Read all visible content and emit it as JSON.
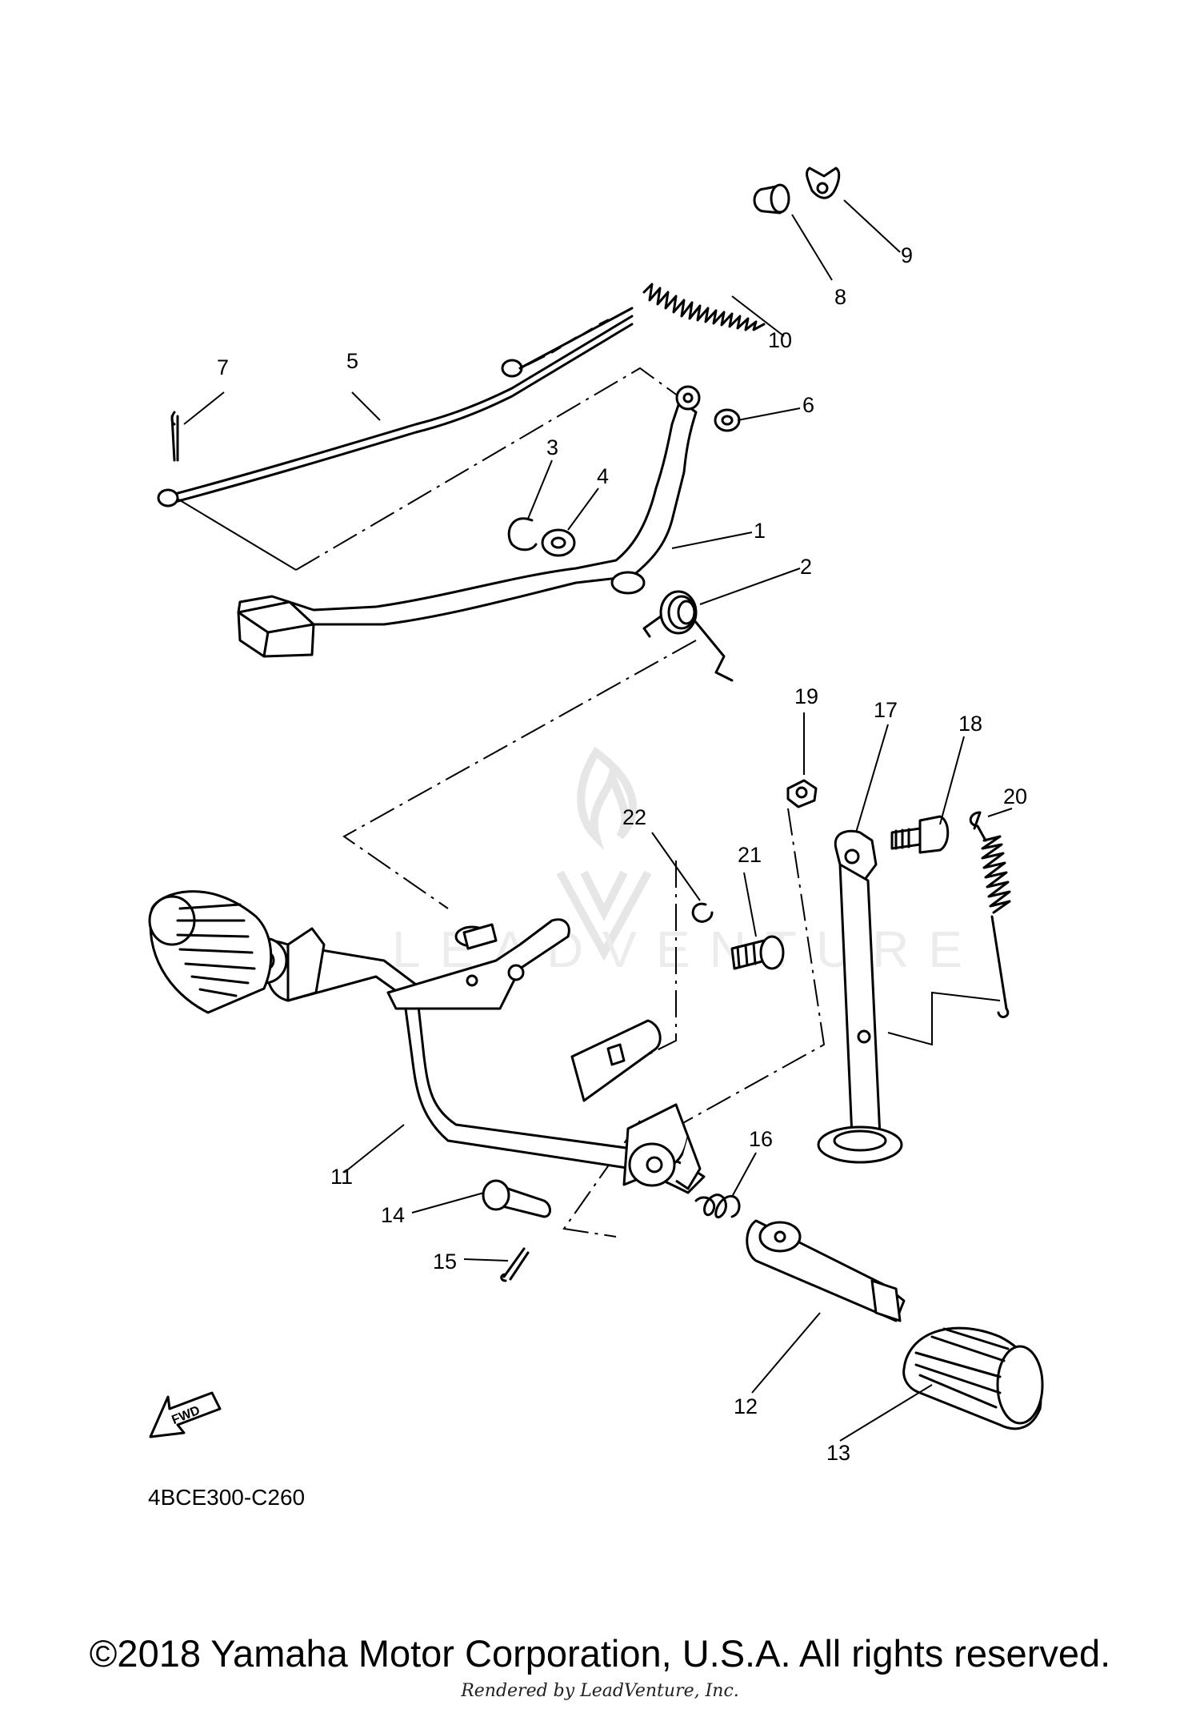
{
  "diagram": {
    "diagram_code": "4BCE300-C260",
    "fwd_label": "FWD",
    "watermark": "LEADVENTURE",
    "callouts": [
      {
        "id": "1",
        "label": "1"
      },
      {
        "id": "2",
        "label": "2"
      },
      {
        "id": "3",
        "label": "3"
      },
      {
        "id": "4",
        "label": "4"
      },
      {
        "id": "5",
        "label": "5"
      },
      {
        "id": "6",
        "label": "6"
      },
      {
        "id": "7",
        "label": "7"
      },
      {
        "id": "8",
        "label": "8"
      },
      {
        "id": "9",
        "label": "9"
      },
      {
        "id": "10",
        "label": "10"
      },
      {
        "id": "11",
        "label": "11"
      },
      {
        "id": "12",
        "label": "12"
      },
      {
        "id": "13",
        "label": "13"
      },
      {
        "id": "14",
        "label": "14"
      },
      {
        "id": "15",
        "label": "15"
      },
      {
        "id": "16",
        "label": "16"
      },
      {
        "id": "17",
        "label": "17"
      },
      {
        "id": "18",
        "label": "18"
      },
      {
        "id": "19",
        "label": "19"
      },
      {
        "id": "20",
        "label": "20"
      },
      {
        "id": "21",
        "label": "21"
      },
      {
        "id": "22",
        "label": "22"
      }
    ]
  },
  "footer": {
    "copyright": "©2018 Yamaha Motor Corporation, U.S.A. All rights reserved.",
    "rendered_by": "Rendered by LeadVenture, Inc."
  }
}
